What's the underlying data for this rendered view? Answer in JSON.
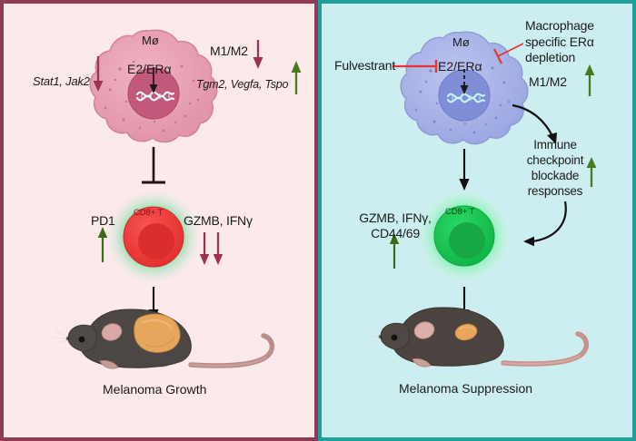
{
  "figure": {
    "title": "Macrophage ERa signaling in melanoma: control versus ERa depletion",
    "panels": [
      {
        "id": "left",
        "background_color": "#fce9ec",
        "border_color": "#8e3b55",
        "macrophage": {
          "name_label": "Mø",
          "pathway_label": "E2/ERα",
          "cell_color": "#e8a0b4",
          "nucleus_color": "#c45f7e"
        },
        "left_genes": {
          "label": "Stat1, Jak2",
          "italic": true,
          "arrow": "down",
          "arrow_color": "#9e3050"
        },
        "right_ratio": {
          "label": "M1/M2",
          "italic": false,
          "arrow": "down",
          "arrow_color": "#9e3050"
        },
        "right_genes": {
          "label": "Tgm2, Vegfa, Tspo",
          "italic": true,
          "arrow": "up",
          "arrow_color": "#4a7a1e"
        },
        "connector": "inhibition",
        "tcell": {
          "cell_label": "CD8+ T",
          "cell_color": "#ef3b38",
          "nucleus_color": "#d72a28",
          "glow_color": "#7ddba0"
        },
        "tcell_left_marker": {
          "label": "PD1",
          "arrow": "up",
          "arrow_color": "#3d6b18"
        },
        "tcell_right_markers": {
          "label": "GZMB, IFNγ",
          "arrows": "double-down",
          "arrow_color": "#9e3050"
        },
        "outcome": {
          "label": "Melanoma Growth",
          "tumor_size": "large",
          "tumor_color": "#e8a65c"
        }
      },
      {
        "id": "right",
        "background_color": "#cdeef0",
        "border_color": "#1f9e9b",
        "macrophage": {
          "name_label": "Mø",
          "pathway_label": "E2/ERα",
          "cell_color": "#aab4e8",
          "nucleus_color": "#7b8ad4"
        },
        "drug": {
          "label": "Fulvestrant",
          "connector": "inhibition",
          "color": "#e8332e"
        },
        "depletion": {
          "label": "Macrophage\nspecific ERα\ndepletion",
          "connector": "inhibition",
          "color": "#e8332e"
        },
        "right_ratio": {
          "label": "M1/M2",
          "italic": false,
          "arrow": "up",
          "arrow_color": "#4a7a1e"
        },
        "checkpoint": {
          "label": "Immune\ncheckpoint\nblockade\nresponses",
          "arrow": "up",
          "arrow_color": "#4a7a1e"
        },
        "connector": "activation",
        "tcell": {
          "cell_label": "CD8+ T",
          "cell_color": "#18c453",
          "nucleus_color": "#17a845",
          "glow_color": "#6ef0a0"
        },
        "tcell_left_markers": {
          "label": "GZMB, IFNγ,\nCD44/69",
          "arrow": "up",
          "arrow_color": "#3d6b18"
        },
        "outcome": {
          "label": "Melanoma Suppression",
          "tumor_size": "small",
          "tumor_color": "#e8a65c"
        }
      }
    ]
  }
}
